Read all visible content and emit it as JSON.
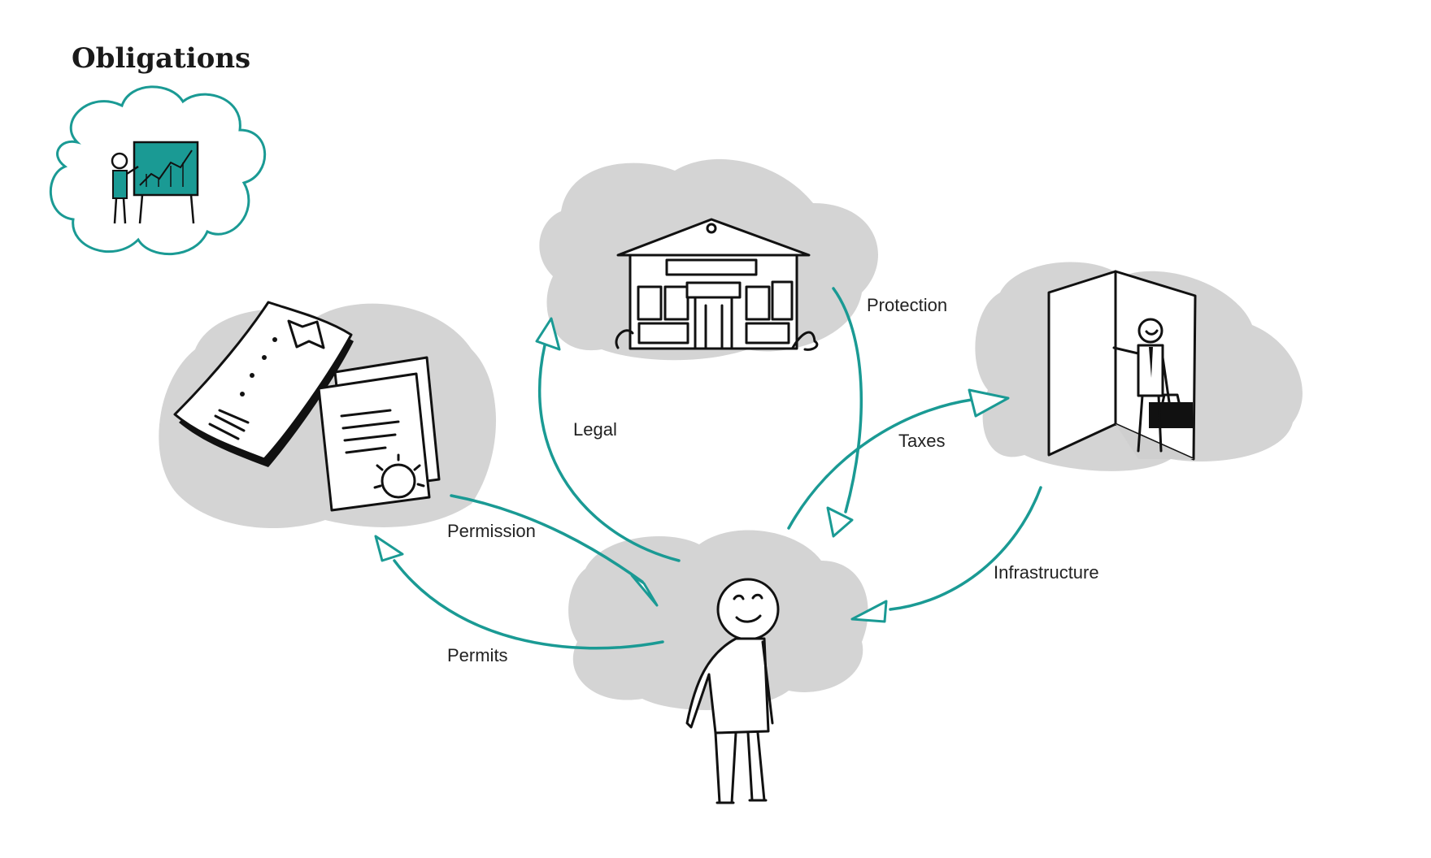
{
  "title": "Obligations",
  "colors": {
    "accent": "#1a9a94",
    "cloud": "#d4d4d4",
    "ink": "#111111"
  },
  "nodes": {
    "documents": "documents-icon",
    "building": "government-building-icon",
    "businessman": "businessman-door-icon",
    "person": "person-icon",
    "presenter": "presenter-chart-icon"
  },
  "edges": {
    "protection": "Protection",
    "legal": "Legal",
    "taxes": "Taxes",
    "infrastructure": "Infrastructure",
    "permission": "Permission",
    "permits": "Permits"
  }
}
